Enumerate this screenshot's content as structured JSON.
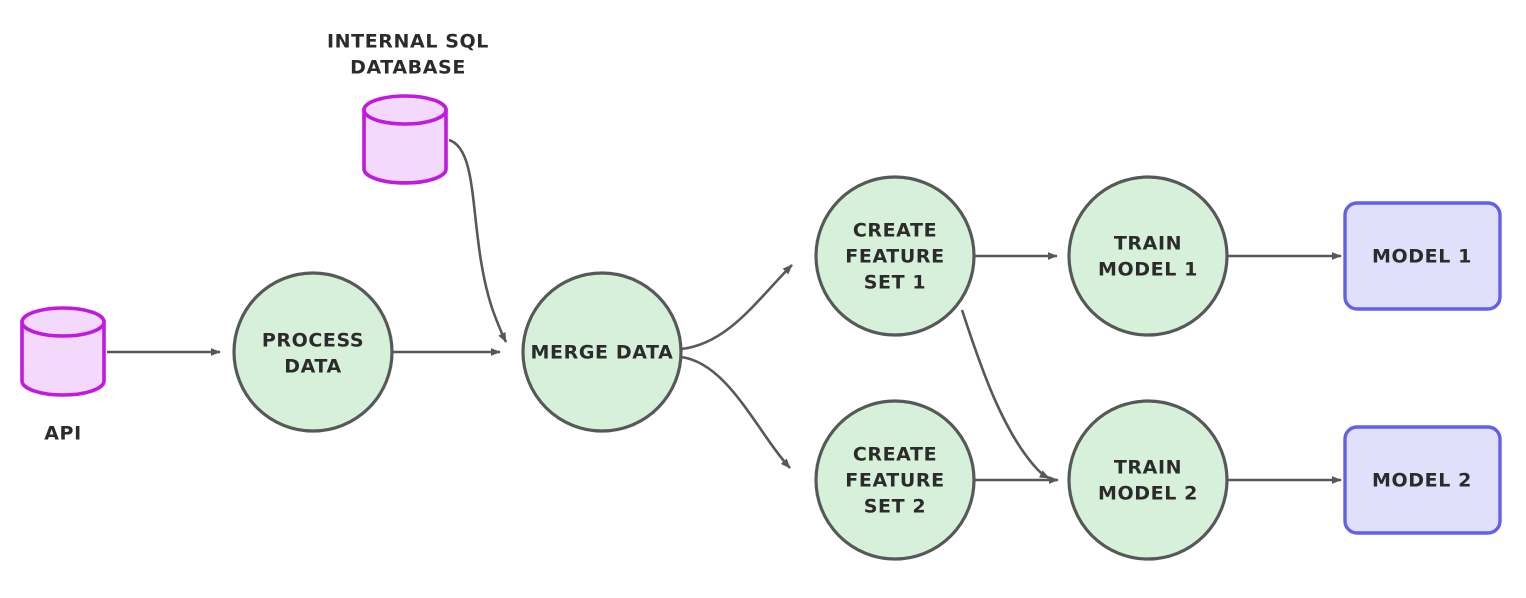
{
  "diagram": {
    "title": "ML pipeline flowchart",
    "background": "#ffffff",
    "colors": {
      "circle_fill": "#d7f0d9",
      "circle_stroke": "#555a58",
      "cylinder_fill": "#f3d9fb",
      "cylinder_stroke": "#c219e0",
      "rect_fill": "#e0e0fb",
      "rect_stroke": "#6161e8",
      "edge_stroke": "#555a58",
      "text": "#2b2b2b"
    },
    "nodes": [
      {
        "id": "api",
        "shape": "cylinder",
        "label": "API",
        "label_position": "below",
        "label_lines": [
          "API"
        ]
      },
      {
        "id": "internal-sql-database",
        "shape": "cylinder",
        "label": "INTERNAL SQL DATABASE",
        "label_position": "above",
        "label_lines": [
          "INTERNAL SQL",
          "DATABASE"
        ]
      },
      {
        "id": "process-data",
        "shape": "circle",
        "label": "PROCESS DATA",
        "label_position": "inside",
        "label_lines": [
          "PROCESS",
          "DATA"
        ]
      },
      {
        "id": "merge-data",
        "shape": "circle",
        "label": "MERGE DATA",
        "label_position": "inside",
        "label_lines": [
          "MERGE DATA"
        ]
      },
      {
        "id": "create-feature-set-1",
        "shape": "circle",
        "label": "CREATE FEATURE SET 1",
        "label_position": "inside",
        "label_lines": [
          "CREATE",
          "FEATURE",
          "SET 1"
        ]
      },
      {
        "id": "create-feature-set-2",
        "shape": "circle",
        "label": "CREATE FEATURE SET 2",
        "label_position": "inside",
        "label_lines": [
          "CREATE",
          "FEATURE",
          "SET 2"
        ]
      },
      {
        "id": "train-model-1",
        "shape": "circle",
        "label": "TRAIN MODEL 1",
        "label_position": "inside",
        "label_lines": [
          "TRAIN",
          "MODEL 1"
        ]
      },
      {
        "id": "train-model-2",
        "shape": "circle",
        "label": "TRAIN MODEL 2",
        "label_position": "inside",
        "label_lines": [
          "TRAIN",
          "MODEL 2"
        ]
      },
      {
        "id": "model-1",
        "shape": "rounded-rect",
        "label": "MODEL 1",
        "label_position": "inside",
        "label_lines": [
          "MODEL 1"
        ]
      },
      {
        "id": "model-2",
        "shape": "rounded-rect",
        "label": "MODEL 2",
        "label_position": "inside",
        "label_lines": [
          "MODEL 2"
        ]
      }
    ],
    "edges": [
      {
        "from": "api",
        "to": "process-data",
        "style": "straight"
      },
      {
        "from": "process-data",
        "to": "merge-data",
        "style": "straight"
      },
      {
        "from": "internal-sql-database",
        "to": "merge-data",
        "style": "curved"
      },
      {
        "from": "merge-data",
        "to": "create-feature-set-1",
        "style": "curved"
      },
      {
        "from": "merge-data",
        "to": "create-feature-set-2",
        "style": "curved"
      },
      {
        "from": "create-feature-set-1",
        "to": "train-model-1",
        "style": "straight"
      },
      {
        "from": "create-feature-set-1",
        "to": "train-model-2",
        "style": "curved"
      },
      {
        "from": "create-feature-set-2",
        "to": "train-model-2",
        "style": "straight"
      },
      {
        "from": "train-model-1",
        "to": "model-1",
        "style": "straight"
      },
      {
        "from": "train-model-2",
        "to": "model-2",
        "style": "straight"
      }
    ],
    "labels": {
      "api": "API",
      "internal_sql_line1": "INTERNAL SQL",
      "internal_sql_line2": "DATABASE",
      "process_line1": "PROCESS",
      "process_line2": "DATA",
      "merge": "MERGE DATA",
      "cfs1_line1": "CREATE",
      "cfs1_line2": "FEATURE",
      "cfs1_line3": "SET 1",
      "cfs2_line1": "CREATE",
      "cfs2_line2": "FEATURE",
      "cfs2_line3": "SET 2",
      "tm1_line1": "TRAIN",
      "tm1_line2": "MODEL 1",
      "tm2_line1": "TRAIN",
      "tm2_line2": "MODEL 2",
      "model1": "MODEL 1",
      "model2": "MODEL 2"
    }
  }
}
